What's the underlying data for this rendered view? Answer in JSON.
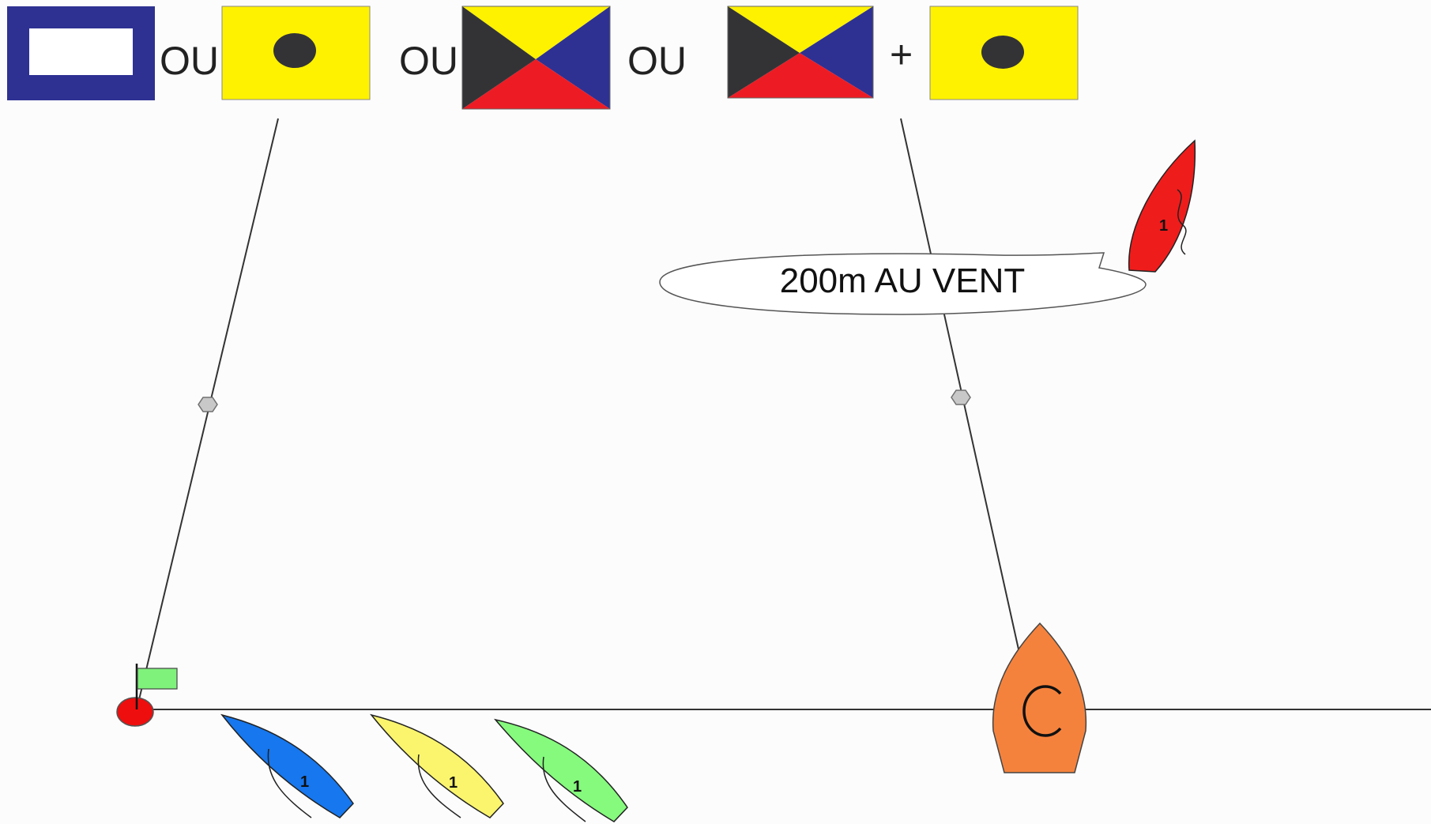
{
  "signals": {
    "separators": [
      "OU",
      "OU",
      "OU",
      "+"
    ],
    "flags": [
      {
        "name": "P",
        "icon": "flag-p-icon"
      },
      {
        "name": "I",
        "icon": "flag-i-icon"
      },
      {
        "name": "Z",
        "icon": "flag-z-icon"
      },
      {
        "name": "Z",
        "icon": "flag-z-icon"
      },
      {
        "name": "I",
        "icon": "flag-i-icon"
      }
    ]
  },
  "bubble": {
    "text": "200m AU VENT"
  },
  "committee_boat": {
    "letter": "C",
    "color": "#f5823c"
  },
  "boats": [
    {
      "color": "#1677ee",
      "number": "1"
    },
    {
      "color": "#fbf56d",
      "number": "1"
    },
    {
      "color": "#85fa7d",
      "number": "1"
    },
    {
      "color": "#ef1c1c",
      "number": "1"
    }
  ],
  "colors": {
    "flag_blue": "#2e3192",
    "flag_yellow": "#fff200",
    "flag_black": "#333336",
    "flag_red": "#ed1c24",
    "pin_mark": "#ee0e0e",
    "pin_flag": "#7ff27b"
  }
}
